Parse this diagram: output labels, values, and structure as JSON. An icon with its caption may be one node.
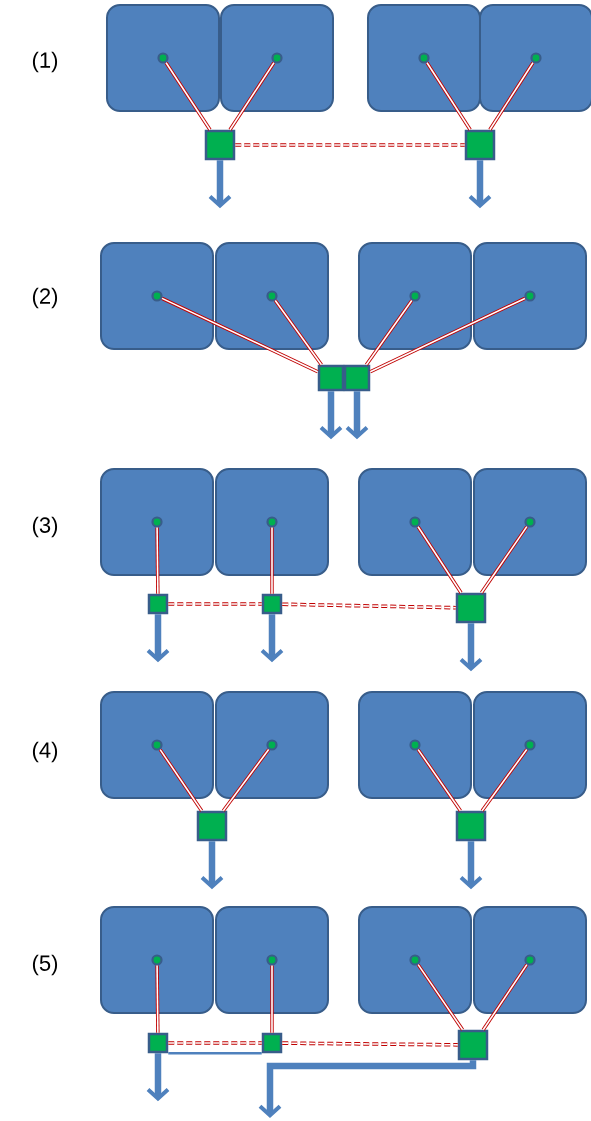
{
  "diagram": {
    "nodes": [
      {
        "text": [],
        "shape": "box"
      },
      {
        "text": [],
        "shape": "circle",
        "in": 0
      },
      {
        "text": [],
        "shape": "box"
      },
      {
        "text": [],
        "shape": "circle",
        "in": 2
      },
      {
        "text": [],
        "shape": "box"
      },
      {
        "text": [],
        "shape": "circle",
        "in": 4
      },
      {
        "text": [],
        "shape": "box"
      },
      {
        "text": [],
        "shape": "circle",
        "in": 6
      },
      {
        "text": [],
        "shape": "box"
      },
      {
        "text": [],
        "shape": "box"
      },
      {
        "text": [],
        "shape": "box"
      },
      {
        "text": [],
        "shape": "circle",
        "in": 10
      },
      {
        "text": [],
        "shape": "box"
      },
      {
        "text": [],
        "shape": "circle",
        "in": 12
      },
      {
        "text": [],
        "shape": "box"
      },
      {
        "text": [],
        "shape": "circle",
        "in": 14
      },
      {
        "text": [],
        "shape": "box"
      },
      {
        "text": [],
        "shape": "circle",
        "in": 16
      },
      {
        "text": [],
        "shape": "box"
      },
      {
        "text": [],
        "shape": "box"
      },
      {
        "text": [],
        "shape": "box"
      },
      {
        "text": [],
        "shape": "circle",
        "in": 20
      },
      {
        "text": [],
        "shape": "box"
      },
      {
        "text": [],
        "shape": "circle",
        "in": 22
      },
      {
        "text": [],
        "shape": "box"
      },
      {
        "text": [],
        "shape": "circle",
        "in": 24
      },
      {
        "text": [],
        "shape": "box"
      },
      {
        "text": [],
        "shape": "circle",
        "in": 26
      },
      {
        "text": [],
        "shape": "box"
      },
      {
        "text": [],
        "shape": "box"
      },
      {
        "text": [],
        "shape": "box"
      },
      {
        "text": [],
        "shape": "box"
      },
      {
        "text": [],
        "shape": "circle",
        "in": 31
      },
      {
        "text": [],
        "shape": "box"
      },
      {
        "text": [],
        "shape": "circle",
        "in": 33
      },
      {
        "text": [],
        "shape": "box"
      },
      {
        "text": [],
        "shape": "circle",
        "in": 35
      },
      {
        "text": [],
        "shape": "box"
      },
      {
        "text": [],
        "shape": "circle",
        "in": 37
      },
      {
        "text": [],
        "shape": "box"
      },
      {
        "text": [],
        "shape": "box"
      },
      {
        "text": [],
        "shape": "box"
      },
      {
        "text": [],
        "shape": "circle",
        "in": 41
      },
      {
        "text": [],
        "shape": "box"
      },
      {
        "text": [],
        "shape": "circle",
        "in": 43
      },
      {
        "text": [],
        "shape": "box"
      },
      {
        "text": [],
        "shape": "circle",
        "in": 45
      },
      {
        "text": [],
        "shape": "box"
      },
      {
        "text": [],
        "shape": "circle",
        "in": 47
      },
      {
        "text": [],
        "shape": "box"
      },
      {
        "text": [],
        "shape": "box"
      },
      {
        "text": [],
        "shape": "box"
      }
    ],
    "edges": [
      {
        "from": 1,
        "to": 8,
        "arrow": "none"
      },
      {
        "from": 3,
        "to": 8,
        "arrow": "none"
      },
      {
        "from": 5,
        "to": 9,
        "arrow": "none"
      },
      {
        "from": 7,
        "to": 9,
        "arrow": "none"
      },
      {
        "from": 8,
        "to": 9,
        "arrow": "none",
        "style": "dashed"
      },
      {
        "from": 8,
        "to": null,
        "arrow": "to",
        "style": "thick",
        "color": "#4f81bd"
      },
      {
        "from": 9,
        "to": null,
        "arrow": "to",
        "style": "thick",
        "color": "#4f81bd"
      },
      {
        "from": 11,
        "to": 18,
        "arrow": "none"
      },
      {
        "from": 13,
        "to": 18,
        "arrow": "none"
      },
      {
        "from": 15,
        "to": 19,
        "arrow": "none"
      },
      {
        "from": 17,
        "to": 19,
        "arrow": "none"
      },
      {
        "from": 18,
        "to": null,
        "arrow": "to",
        "style": "thick",
        "color": "#4f81bd"
      },
      {
        "from": 19,
        "to": null,
        "arrow": "to",
        "style": "thick",
        "color": "#4f81bd"
      },
      {
        "from": 21,
        "to": 28,
        "arrow": "none"
      },
      {
        "from": 23,
        "to": 29,
        "arrow": "none"
      },
      {
        "from": 25,
        "to": 30,
        "arrow": "none"
      },
      {
        "from": 27,
        "to": 30,
        "arrow": "none"
      },
      {
        "from": 28,
        "to": 29,
        "arrow": "none",
        "style": "dashed"
      },
      {
        "from": 29,
        "to": 30,
        "arrow": "none",
        "style": "dashed"
      },
      {
        "from": 28,
        "to": null,
        "arrow": "to",
        "style": "thick",
        "color": "#4f81bd"
      },
      {
        "from": 29,
        "to": null,
        "arrow": "to",
        "style": "thick",
        "color": "#4f81bd"
      },
      {
        "from": 30,
        "to": null,
        "arrow": "to",
        "style": "thick",
        "color": "#4f81bd"
      },
      {
        "from": 32,
        "to": 39,
        "arrow": "none"
      },
      {
        "from": 34,
        "to": 39,
        "arrow": "none"
      },
      {
        "from": 36,
        "to": 40,
        "arrow": "none"
      },
      {
        "from": 38,
        "to": 40,
        "arrow": "none"
      },
      {
        "from": 39,
        "to": null,
        "arrow": "to",
        "style": "thick",
        "color": "#4f81bd"
      },
      {
        "from": 40,
        "to": null,
        "arrow": "to",
        "style": "thick",
        "color": "#4f81bd"
      },
      {
        "from": 42,
        "to": 49,
        "arrow": "none"
      },
      {
        "from": 44,
        "to": 50,
        "arrow": "none"
      },
      {
        "from": 46,
        "to": 51,
        "arrow": "none"
      },
      {
        "from": 48,
        "to": 51,
        "arrow": "none"
      },
      {
        "from": 49,
        "to": 50,
        "arrow": "none",
        "style": "dashed"
      },
      {
        "from": 50,
        "to": 51,
        "arrow": "none",
        "style": "dashed"
      },
      {
        "from": 50,
        "to": 49,
        "arrow": "none",
        "color": "#4f81bd"
      },
      {
        "from": 49,
        "to": null,
        "arrow": "to",
        "style": "thick",
        "color": "#4f81bd"
      },
      {
        "from": 51,
        "to": null,
        "arrow": "to",
        "style": "thick",
        "color": "#4f81bd"
      }
    ],
    "labels": [
      "(1)",
      "(2)",
      "(3)",
      "(4)",
      "(5)"
    ]
  }
}
